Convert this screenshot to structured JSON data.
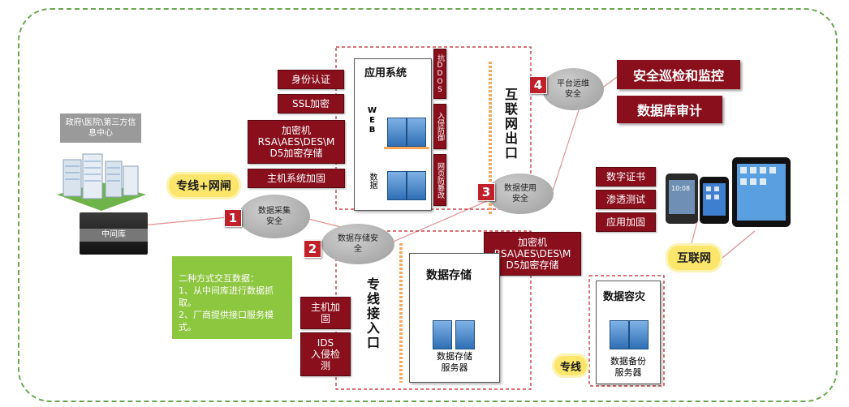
{
  "gov_label": "政府\\医院\\第三方信息中心",
  "middle_db": "中间库",
  "cloud_line": "专线+网闸",
  "left_boxes": {
    "identity": "身份认证",
    "ssl": "SSL加密",
    "encrypt": "加密机\nRSA\\AES\\DES\\M\nD5加密存储",
    "host": "主机系统加固"
  },
  "app_system": {
    "title": "应用系统",
    "web": "WEB",
    "data": "数据",
    "ddos": "抗DDOS",
    "intrusion": "入侵防御",
    "tamper": "网页防篡改"
  },
  "internet_exit": "互联网出口",
  "platform": "平台运维\n安全",
  "patrol": "安全巡检和监控",
  "db_audit": "数据库审计",
  "data_use": "数据使用\n安全",
  "data_collect": "数据采集\n安全",
  "data_store_sec": "数据存储安\n全",
  "right_boxes": {
    "cert": "数字证书",
    "pentest": "渗透测试",
    "app_harden": "应用加固"
  },
  "internet_cloud": "互联网",
  "encrypt2": "加密机\nRSA\\AES\\DES\\M\nD5加密存储",
  "green_note": "二种方式交互数据：\n1、从中间库进行数据抓取。\n2、厂商提供接口服务模式。",
  "host2": "主机加\n固",
  "ids": "IDS\n入侵检\n测",
  "dedicated_in": "专线接入口",
  "data_storage": {
    "title": "数据存储",
    "server": "数据存储\n服务器"
  },
  "disaster": {
    "title": "数据容灾",
    "server": "数据备份\n服务器"
  },
  "dedicated": "专线",
  "numbers": [
    "1",
    "2",
    "3",
    "4"
  ],
  "tablet_time": "10:08"
}
